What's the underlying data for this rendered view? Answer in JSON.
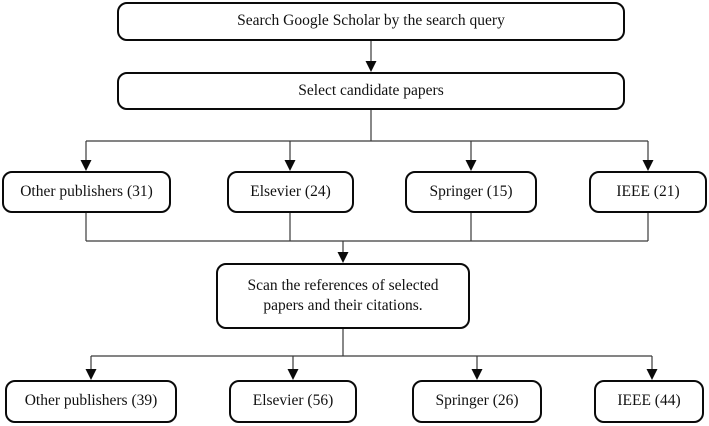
{
  "diagram": {
    "type": "flowchart",
    "background_color": "#ffffff",
    "box_border_color": "#0a0a0a",
    "connector_color": "#3a3a3a",
    "text_color": "#111111",
    "nodes": {
      "search": {
        "label": "Search Google Scholar by the search query"
      },
      "select": {
        "label": "Select candidate papers"
      },
      "round1": [
        {
          "label": "Other publishers (31)",
          "publisher": "Other publishers",
          "count": 31
        },
        {
          "label": "Elsevier (24)",
          "publisher": "Elsevier",
          "count": 24
        },
        {
          "label": "Springer (15)",
          "publisher": "Springer",
          "count": 15
        },
        {
          "label": "IEEE (21)",
          "publisher": "IEEE",
          "count": 21
        }
      ],
      "scan": {
        "label": "Scan the references of selected papers and their citations."
      },
      "round2": [
        {
          "label": "Other publishers (39)",
          "publisher": "Other publishers",
          "count": 39
        },
        {
          "label": "Elsevier (56)",
          "publisher": "Elsevier",
          "count": 56
        },
        {
          "label": "Springer (26)",
          "publisher": "Springer",
          "count": 26
        },
        {
          "label": "IEEE (44)",
          "publisher": "IEEE",
          "count": 44
        }
      ]
    }
  }
}
